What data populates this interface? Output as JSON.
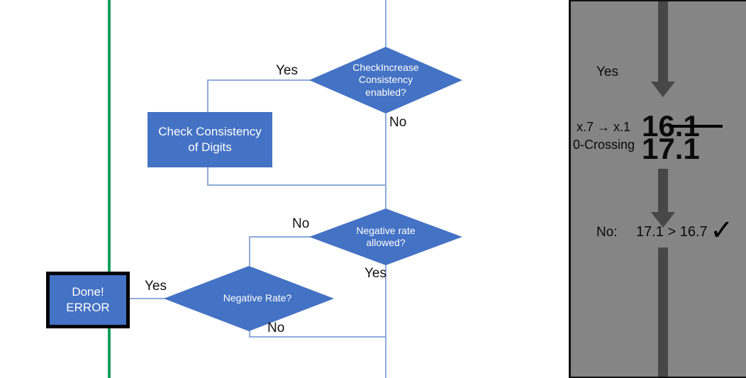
{
  "diagram": {
    "title": "rate-check-flowchart",
    "colors": {
      "node_fill": "#4472C4",
      "connector": "#8FAADC",
      "marker_green": "#14A05C",
      "panel_gray": "#858585",
      "arrow_gray": "#474747"
    },
    "nodes": [
      {
        "id": "check-increase-consistency",
        "shape": "decision",
        "text": "CheckIncrease Consistency enabled?",
        "lines": [
          "CheckIncrease",
          "Consistency",
          "enabled?"
        ]
      },
      {
        "id": "check-consistency-of-digits",
        "shape": "process",
        "text": "Check Consistency of Digits",
        "lines": [
          "Check Consistency",
          "of Digits"
        ]
      },
      {
        "id": "negative-rate-allowed",
        "shape": "decision",
        "text": "Negative rate allowed?",
        "lines": [
          "Negative rate",
          "allowed?"
        ]
      },
      {
        "id": "negative-rate",
        "shape": "decision",
        "text": "Negative Rate?",
        "lines": [
          "Negative Rate?"
        ]
      },
      {
        "id": "done-error",
        "shape": "terminator",
        "text": "Done! ERROR",
        "lines": [
          "Done!",
          "ERROR"
        ]
      }
    ],
    "edge_labels": {
      "consistency_yes": "Yes",
      "consistency_no": "No",
      "negative_allowed_no": "No",
      "negative_allowed_yes": "Yes",
      "negative_rate_yes": "Yes",
      "negative_rate_no": "No"
    }
  },
  "panel": {
    "name": "annotation-panel",
    "top_label": "Yes",
    "rows": [
      {
        "label": "x.7 → x.1",
        "value": "16.1",
        "struck": true
      },
      {
        "label": "0-Crossing",
        "value": "17.1",
        "struck": false
      }
    ],
    "conclusion": {
      "prefix": "No:",
      "comparison": "17.1 > 16.7",
      "mark": "✓"
    }
  }
}
